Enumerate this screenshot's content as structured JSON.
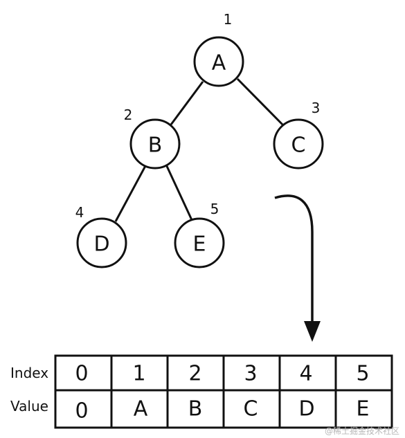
{
  "tree": {
    "nodes": [
      {
        "id": "A",
        "label": "A",
        "index": "1"
      },
      {
        "id": "B",
        "label": "B",
        "index": "2"
      },
      {
        "id": "C",
        "label": "C",
        "index": "3"
      },
      {
        "id": "D",
        "label": "D",
        "index": "4"
      },
      {
        "id": "E",
        "label": "E",
        "index": "5"
      }
    ],
    "edges": [
      {
        "from": "A",
        "to": "B"
      },
      {
        "from": "A",
        "to": "C"
      },
      {
        "from": "B",
        "to": "D"
      },
      {
        "from": "B",
        "to": "E"
      }
    ]
  },
  "table": {
    "row_labels": {
      "index": "Index",
      "value": "Value"
    },
    "index_row": [
      "0",
      "1",
      "2",
      "3",
      "4",
      "5"
    ],
    "value_row": [
      "0",
      "A",
      "B",
      "C",
      "D",
      "E"
    ]
  },
  "watermark": "@稀土掘金技术社区"
}
